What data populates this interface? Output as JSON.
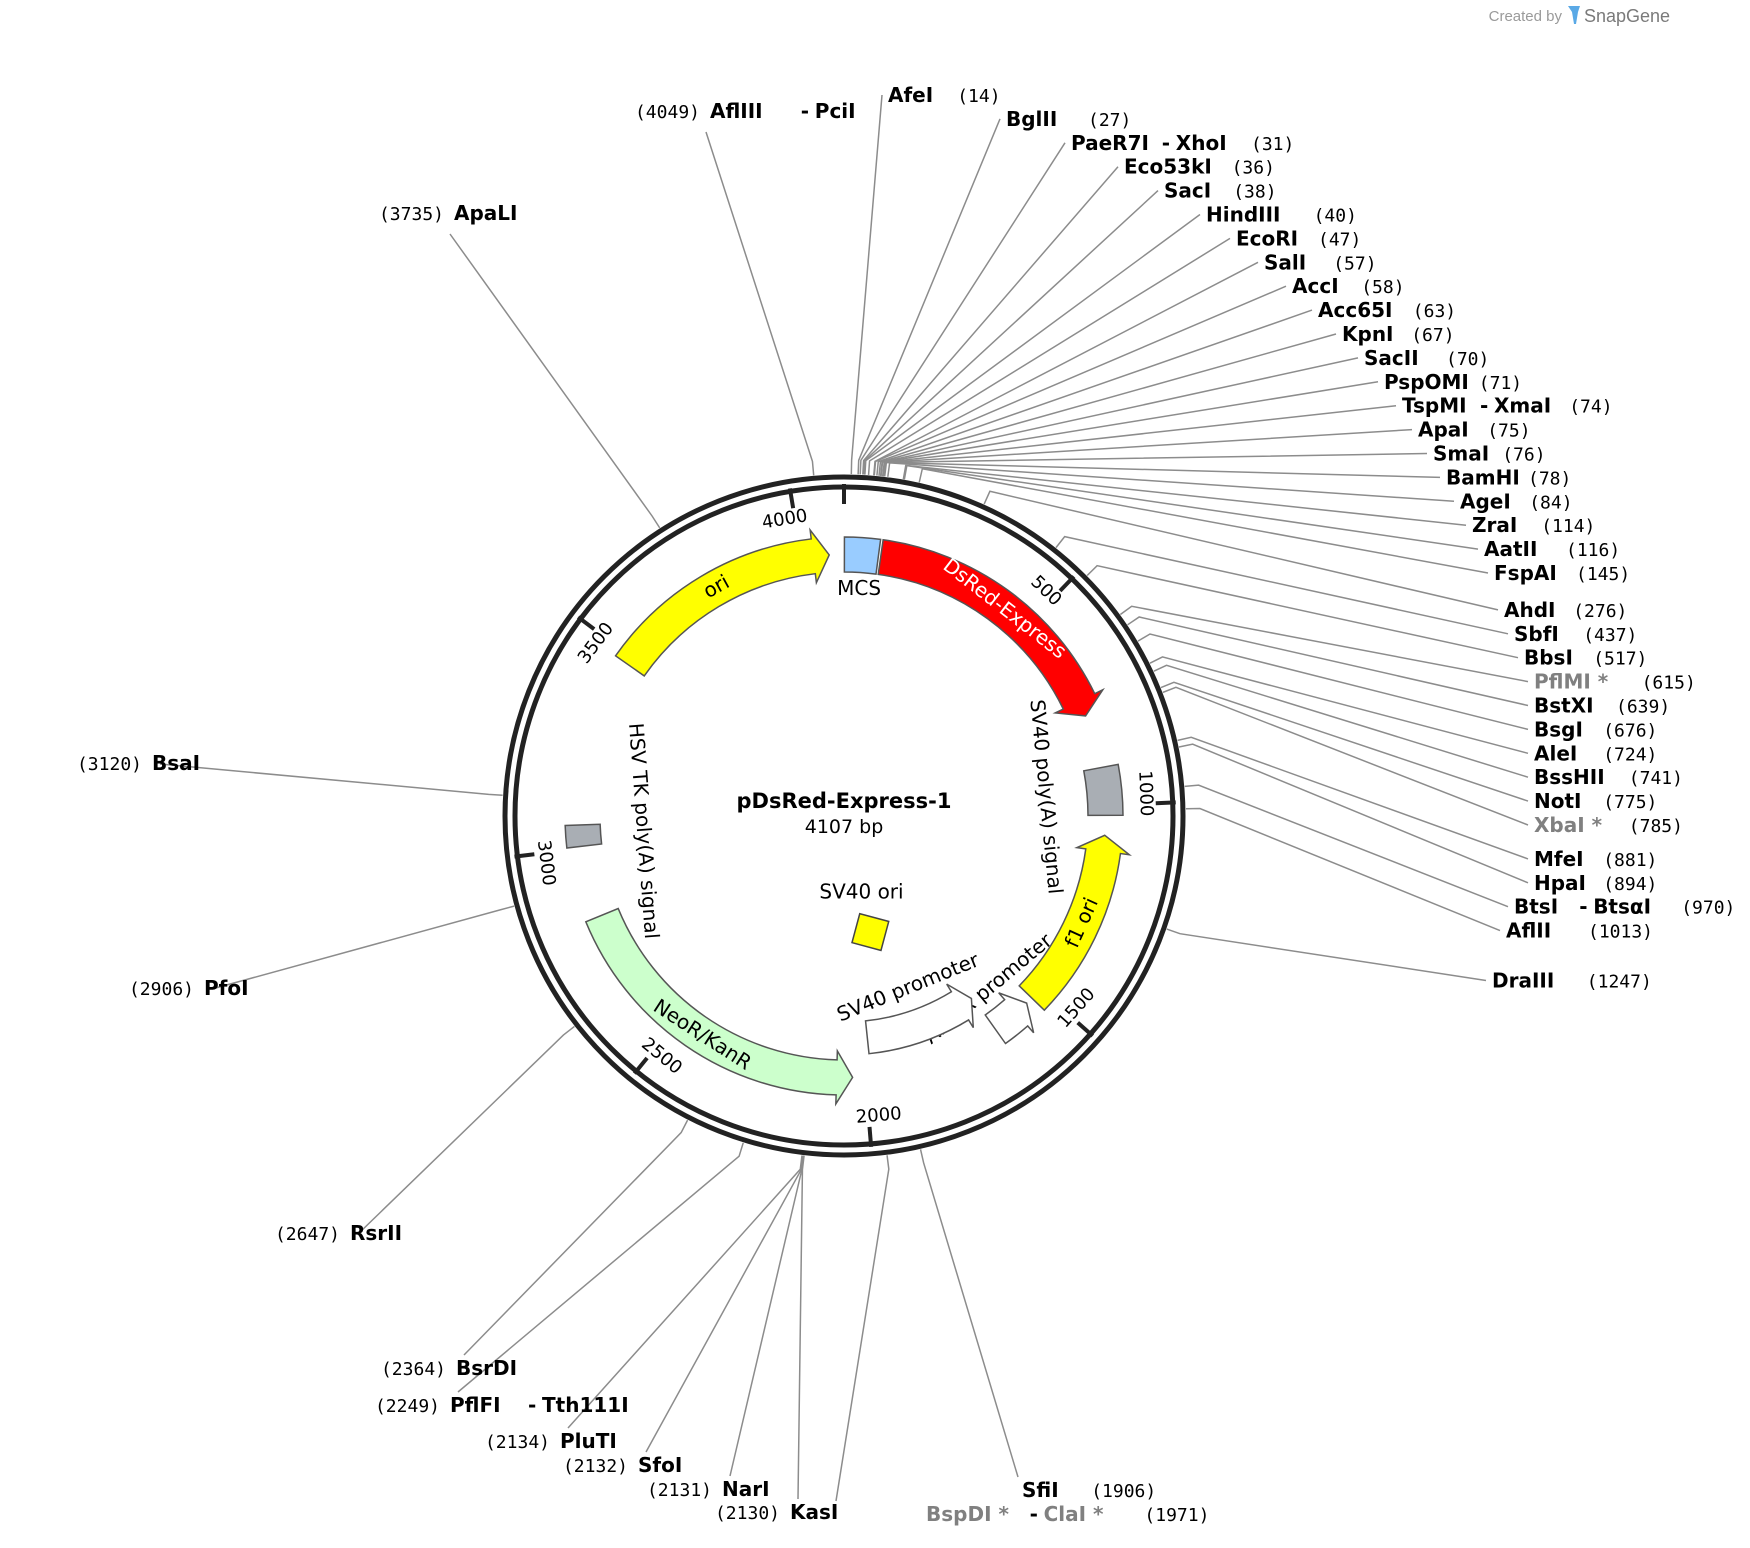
{
  "credit": {
    "prefix": "Created by",
    "brand": "SnapGene",
    "logo_color": "#5aa9e6"
  },
  "plasmid": {
    "name": "pDsRed-Express-1",
    "size_label": "4107 bp",
    "length": 4107
  },
  "ticks": [
    {
      "pos": 500,
      "label": "500"
    },
    {
      "pos": 1000,
      "label": "1000"
    },
    {
      "pos": 1500,
      "label": "1500"
    },
    {
      "pos": 2000,
      "label": "2000"
    },
    {
      "pos": 2500,
      "label": "2500"
    },
    {
      "pos": 3000,
      "label": "3000"
    },
    {
      "pos": 3500,
      "label": "3500"
    },
    {
      "pos": 4000,
      "label": "4000"
    }
  ],
  "features": [
    {
      "name": "MCS",
      "start": 1,
      "end": 86,
      "ring": "outer",
      "shape": "box",
      "color": "#99ccff",
      "label_side": "outside"
    },
    {
      "name": "DsRed-Express",
      "start": 92,
      "end": 770,
      "ring": "outer",
      "shape": "arrow",
      "direction": "cw",
      "color": "#ff0000",
      "label_color": "#ffffff"
    },
    {
      "name": "SV40 poly(A) signal",
      "start": 905,
      "end": 1025,
      "ring": "outer",
      "shape": "box",
      "color": "#a9aeb4"
    },
    {
      "name": "f1 ori",
      "start": 1075,
      "end": 1530,
      "ring": "outer",
      "shape": "arrow",
      "direction": "ccw",
      "color": "#ffff00"
    },
    {
      "name": "AmpR promoter",
      "start": 1548,
      "end": 1650,
      "ring": "outer",
      "shape": "arrow",
      "direction": "ccw",
      "color": "#ffffff"
    },
    {
      "name": "SV40 promoter",
      "start": 1655,
      "end": 1985,
      "ring": "mid",
      "shape": "arrow",
      "direction": "ccw",
      "color": "#ffffff"
    },
    {
      "name": "SV40 ori",
      "start": 1840,
      "end": 1975,
      "ring": "inner",
      "shape": "box",
      "color": "#ffff00"
    },
    {
      "name": "NeoR/KanR",
      "start": 2032,
      "end": 2826,
      "ring": "outer",
      "shape": "arrow",
      "direction": "ccw",
      "color": "#ccffcc"
    },
    {
      "name": "HSV TK poly(A) signal",
      "start": 3005,
      "end": 3058,
      "ring": "outer",
      "shape": "box",
      "color": "#a9aeb4"
    },
    {
      "name": "ori",
      "start": 3480,
      "end": 4070,
      "ring": "outer",
      "shape": "arrow",
      "direction": "cw",
      "color": "#ffff00"
    }
  ],
  "sites": [
    {
      "name": "AfeI",
      "pos": 14,
      "pos_label": "(14)",
      "side": "right"
    },
    {
      "name": "BglII",
      "pos": 27,
      "pos_label": "(27)",
      "side": "right"
    },
    {
      "name": "PaeR7I",
      "name2": "XhoI",
      "pos": 31,
      "pos_label": "(31)",
      "side": "right"
    },
    {
      "name": "Eco53kI",
      "pos": 36,
      "pos_label": "(36)",
      "side": "right"
    },
    {
      "name": "SacI",
      "pos": 38,
      "pos_label": "(38)",
      "side": "right"
    },
    {
      "name": "HindIII",
      "pos": 40,
      "pos_label": "(40)",
      "side": "right"
    },
    {
      "name": "EcoRI",
      "pos": 47,
      "pos_label": "(47)",
      "side": "right"
    },
    {
      "name": "SalI",
      "pos": 57,
      "pos_label": "(57)",
      "side": "right"
    },
    {
      "name": "AccI",
      "pos": 58,
      "pos_label": "(58)",
      "side": "right"
    },
    {
      "name": "Acc65I",
      "pos": 63,
      "pos_label": "(63)",
      "side": "right"
    },
    {
      "name": "KpnI",
      "pos": 67,
      "pos_label": "(67)",
      "side": "right"
    },
    {
      "name": "SacII",
      "pos": 70,
      "pos_label": "(70)",
      "side": "right"
    },
    {
      "name": "PspOMI",
      "pos": 71,
      "pos_label": "(71)",
      "side": "right"
    },
    {
      "name": "TspMI",
      "name2": "XmaI",
      "pos": 74,
      "pos_label": "(74)",
      "side": "right"
    },
    {
      "name": "ApaI",
      "pos": 75,
      "pos_label": "(75)",
      "side": "right"
    },
    {
      "name": "SmaI",
      "pos": 76,
      "pos_label": "(76)",
      "side": "right"
    },
    {
      "name": "BamHI",
      "pos": 78,
      "pos_label": "(78)",
      "side": "right"
    },
    {
      "name": "AgeI",
      "pos": 84,
      "pos_label": "(84)",
      "side": "right"
    },
    {
      "name": "ZraI",
      "pos": 114,
      "pos_label": "(114)",
      "side": "right"
    },
    {
      "name": "AatII",
      "pos": 116,
      "pos_label": "(116)",
      "side": "right"
    },
    {
      "name": "FspAI",
      "pos": 145,
      "pos_label": "(145)",
      "side": "right"
    },
    {
      "name": "AhdI",
      "pos": 276,
      "pos_label": "(276)",
      "side": "right"
    },
    {
      "name": "SbfI",
      "pos": 437,
      "pos_label": "(437)",
      "side": "right"
    },
    {
      "name": "BbsI",
      "pos": 517,
      "pos_label": "(517)",
      "side": "right"
    },
    {
      "name": "PflMI *",
      "pos": 615,
      "pos_label": "(615)",
      "side": "right",
      "gray": true
    },
    {
      "name": "BstXI",
      "pos": 639,
      "pos_label": "(639)",
      "side": "right"
    },
    {
      "name": "BsgI",
      "pos": 676,
      "pos_label": "(676)",
      "side": "right"
    },
    {
      "name": "AleI",
      "pos": 724,
      "pos_label": "(724)",
      "side": "right"
    },
    {
      "name": "BssHII",
      "pos": 741,
      "pos_label": "(741)",
      "side": "right"
    },
    {
      "name": "NotI",
      "pos": 775,
      "pos_label": "(775)",
      "side": "right"
    },
    {
      "name": "XbaI *",
      "pos": 785,
      "pos_label": "(785)",
      "side": "right",
      "gray": true
    },
    {
      "name": "MfeI",
      "pos": 881,
      "pos_label": "(881)",
      "side": "right"
    },
    {
      "name": "HpaI",
      "pos": 894,
      "pos_label": "(894)",
      "side": "right"
    },
    {
      "name": "BtsI",
      "name2": "BtsαI",
      "pos": 970,
      "pos_label": "(970)",
      "side": "right"
    },
    {
      "name": "AflII",
      "pos": 1013,
      "pos_label": "(1013)",
      "side": "right"
    },
    {
      "name": "DraIII",
      "pos": 1247,
      "pos_label": "(1247)",
      "side": "right"
    },
    {
      "name": "SfiI",
      "pos": 1906,
      "pos_label": "(1906)",
      "side": "right"
    },
    {
      "name": "BspDI *",
      "name2": "ClaI *",
      "pos": 1971,
      "pos_label": "(1971)",
      "side": "right",
      "gray": true
    },
    {
      "name": "KasI",
      "pos": 2130,
      "pos_label": "(2130)",
      "side": "left"
    },
    {
      "name": "NarI",
      "pos": 2131,
      "pos_label": "(2131)",
      "side": "left"
    },
    {
      "name": "SfoI",
      "pos": 2132,
      "pos_label": "(2132)",
      "side": "left"
    },
    {
      "name": "PluTI",
      "pos": 2134,
      "pos_label": "(2134)",
      "side": "left"
    },
    {
      "name": "PflFI",
      "name2": "Tth111I",
      "pos": 2249,
      "pos_label": "(2249)",
      "side": "left"
    },
    {
      "name": "BsrDI",
      "pos": 2364,
      "pos_label": "(2364)",
      "side": "left"
    },
    {
      "name": "RsrII",
      "pos": 2647,
      "pos_label": "(2647)",
      "side": "left"
    },
    {
      "name": "PfoI",
      "pos": 2906,
      "pos_label": "(2906)",
      "side": "left"
    },
    {
      "name": "BsaI",
      "pos": 3120,
      "pos_label": "(3120)",
      "side": "left"
    },
    {
      "name": "ApaLI",
      "pos": 3735,
      "pos_label": "(3735)",
      "side": "left"
    },
    {
      "name": "AflIII",
      "name2": "PciI",
      "pos": 4049,
      "pos_label": "(4049)",
      "side": "left"
    }
  ]
}
